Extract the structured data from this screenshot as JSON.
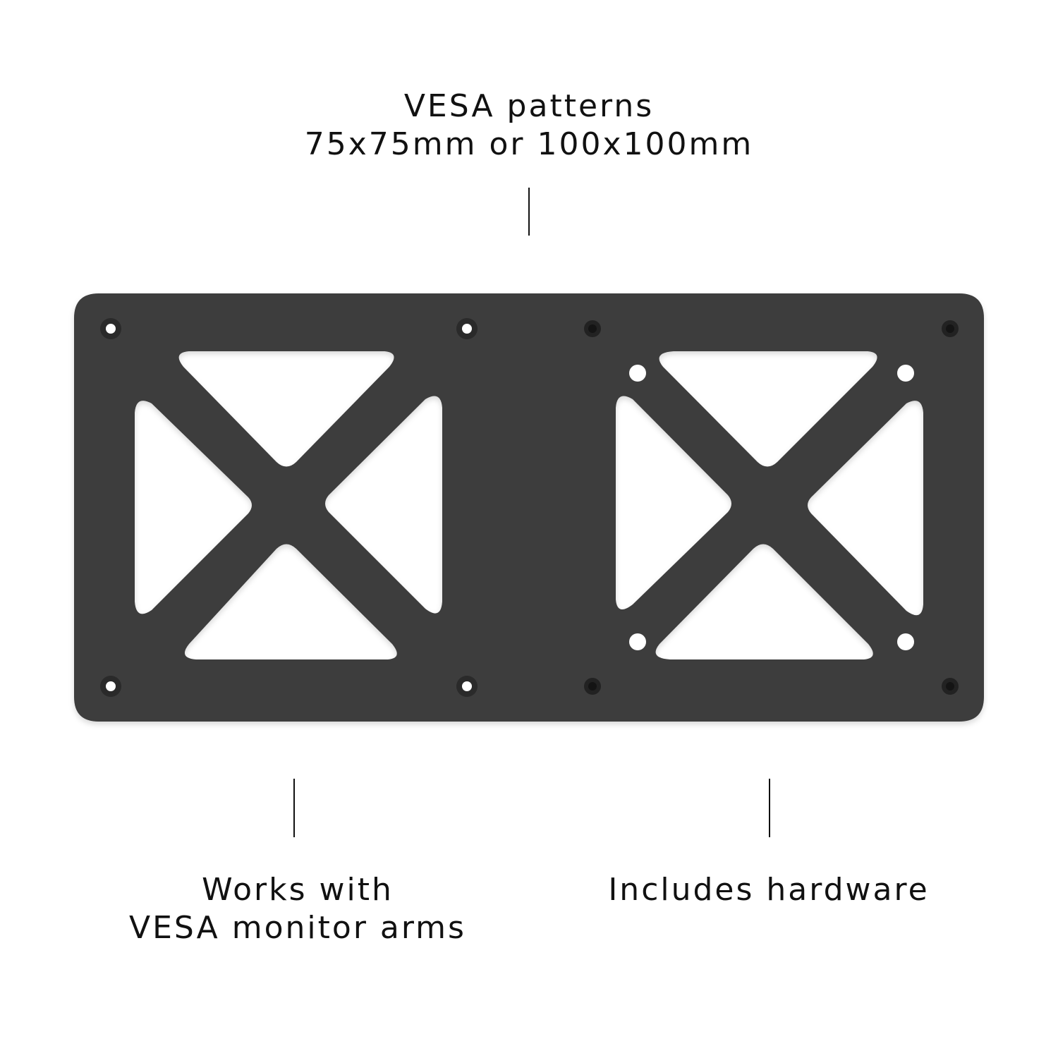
{
  "top_label": {
    "line1": "VESA patterns",
    "line2": "75x75mm or 100x100mm"
  },
  "bottom_left_label": {
    "line1": "Works with",
    "line2": "VESA monitor arms"
  },
  "bottom_right_label": {
    "line1": "Includes hardware"
  },
  "plate": {
    "color": "#3c3c3c",
    "hole_color": "#ffffff"
  }
}
